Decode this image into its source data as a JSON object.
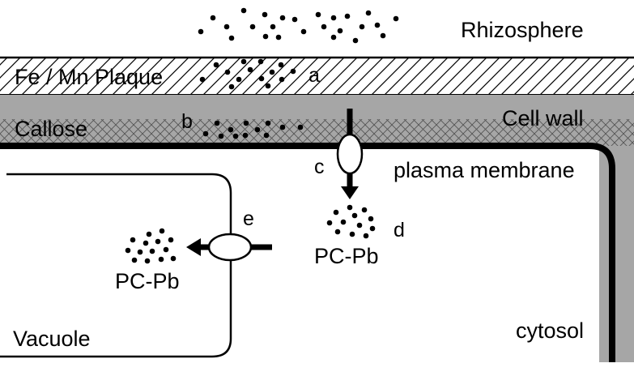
{
  "labels": {
    "rhizosphere": "Rhizosphere",
    "plaque": "Fe / Mn Plaque",
    "callose": "Callose",
    "cell_wall": "Cell wall",
    "plasma_membrane": "plasma membrane",
    "cytosol": "cytosol",
    "vacuole": "Vacuole",
    "pc_pb_cytosol": "PC-Pb",
    "pc_pb_vacuole": "PC-Pb"
  },
  "markers": {
    "a": "a",
    "b": "b",
    "c": "c",
    "d": "d",
    "e": "e"
  },
  "colors": {
    "background": "#ffffff",
    "cell_wall_fill": "#a6a6a6",
    "line": "#000000",
    "transporter_fill": "#ffffff"
  }
}
